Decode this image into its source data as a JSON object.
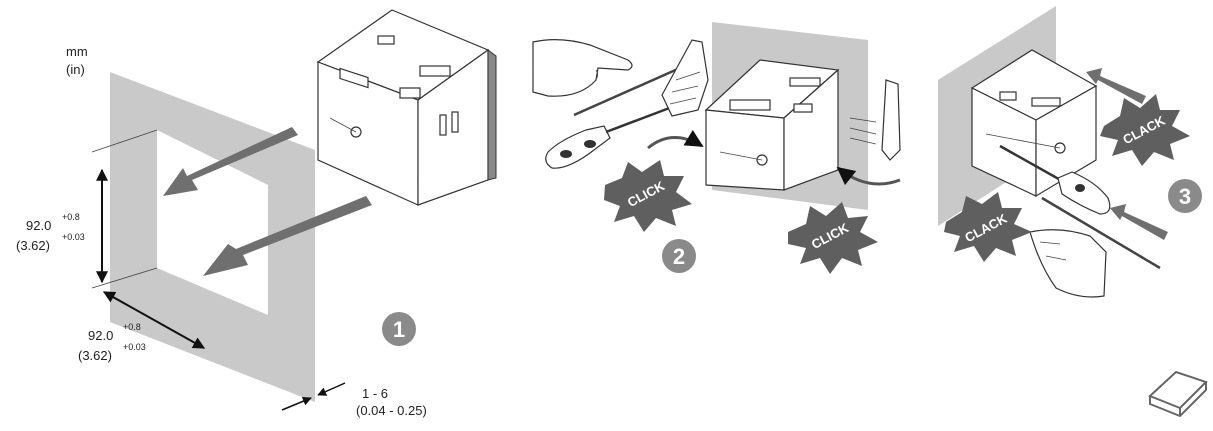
{
  "units": {
    "mm": "mm",
    "in": "(in)"
  },
  "cutout_height": {
    "value": "92.0",
    "tol_mm": "+0.8",
    "value_in": "(3.62)",
    "tol_in": "+0.03"
  },
  "cutout_width": {
    "value": "92.0",
    "tol_mm": "+0.8",
    "value_in": "(3.62)",
    "tol_in": "+0.03"
  },
  "panel_thickness": {
    "mm": "1 - 6",
    "in": "(0.04 - 0.25)"
  },
  "steps": [
    "1",
    "2",
    "3"
  ],
  "sounds": {
    "click": "CLICK",
    "clack": "CLACK"
  },
  "colors": {
    "panel": "#c9c9c9",
    "arrow": "#6f6f6f",
    "burst": "#5f5f5f",
    "step_badge": "#8a8a8a"
  },
  "icons": [
    "hand-icon",
    "screwdriver-icon",
    "book-icon"
  ]
}
